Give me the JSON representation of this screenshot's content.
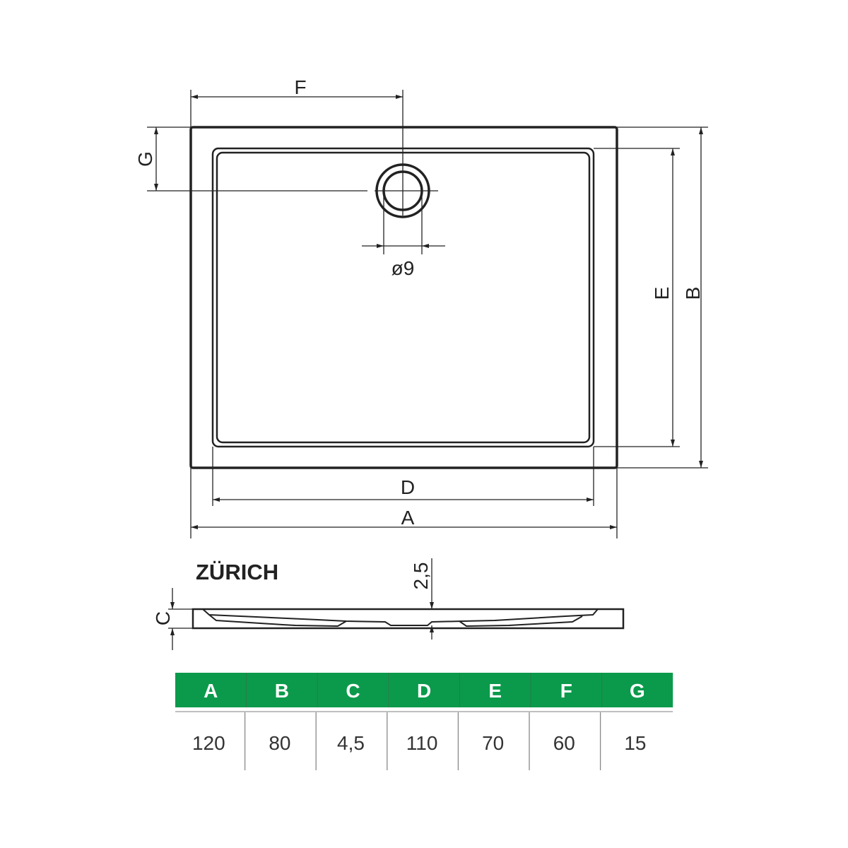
{
  "model_name": "ZÜRICH",
  "dimension_labels": {
    "A": "A",
    "B": "B",
    "C": "C",
    "D": "D",
    "E": "E",
    "F": "F",
    "G": "G"
  },
  "drain_diameter_label": "ø9",
  "depth_label": "2,5",
  "table": {
    "header_color": "#0b9a4b",
    "headers": [
      "A",
      "B",
      "C",
      "D",
      "E",
      "F",
      "G"
    ],
    "values": [
      "120",
      "80",
      "4,5",
      "110",
      "70",
      "60",
      "15"
    ]
  }
}
